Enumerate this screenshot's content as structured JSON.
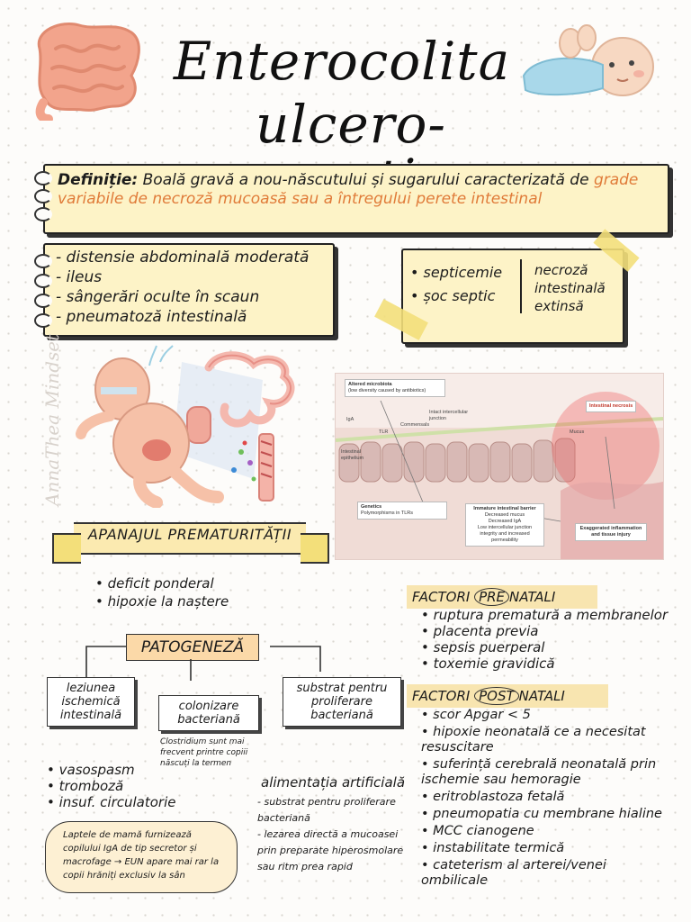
{
  "title": {
    "line1": "Enterocolita",
    "line2": "ulcero-necrotica"
  },
  "definition": {
    "label": "Definiție:",
    "text_black": "Boală gravă a nou-născutului și sugarului caracterizată de",
    "text_orange": "grade variabile de necroză mucoasă sau a întregului perete intestinal"
  },
  "symptoms": [
    "distensie abdominală moderată",
    "ileus",
    "sângerări oculte în scaun",
    "pneumatoză intestinală"
  ],
  "septic": {
    "items": [
      "septicemie",
      "șoc septic"
    ],
    "result": "necroză intestinală extinsă"
  },
  "watermark": "AnnaThea Mindset",
  "apanaj": {
    "title": "APANAJUL PREMATURITĂȚII",
    "items": [
      "deficit ponderal",
      "hipoxie la naștere"
    ]
  },
  "patogeneza": {
    "title": "PATOGENEZĂ",
    "box1": "leziunea ischemică intestinală",
    "box2": "colonizare bacteriană",
    "box3": "substrat pentru proliferare bacteriană",
    "box1_items": [
      "vasospasm",
      "tromboză",
      "insuf. circulatorie"
    ],
    "box2_note": "Clostridium sunt mai frecvent printre copiii născuți la termen",
    "box3_title": "alimentația artificială",
    "box3_items": [
      "substrat pentru proliferare bacteriană",
      "lezarea directă a mucoasei prin preparate hiperosmolare sau ritm prea rapid"
    ]
  },
  "milk_note": "Laptele de mamă furnizează copilului IgA de tip secretor și macrofage → EUN apare mai rar la copii hrăniți exclusiv la sân",
  "factori_pre": {
    "label_a": "FACTORI",
    "label_b": "PRE",
    "label_c": "NATALI",
    "items": [
      "ruptura prematură a membranelor",
      "placenta previa",
      "sepsis puerperal",
      "toxemie gravidică"
    ]
  },
  "factori_post": {
    "label_a": "FACTORI",
    "label_b": "POST",
    "label_c": "NATALI",
    "items": [
      "scor Apgar < 5",
      "hipoxie neonatală ce a necesitat resuscitare",
      "suferință cerebrală neonatală prin ischemie sau hemoragie",
      "eritroblastoza fetală",
      "pneumopatia cu membrane hialine",
      "MCC cianogene",
      "instabilitate termică",
      "cateterism al arterei/venei ombilicale"
    ]
  },
  "figure": {
    "altered_microbiota": "Altered microbiota",
    "altered_microbiota_sub": "(low diversity caused by antibiotics)",
    "intact_junction": "Intact intercellular junction",
    "commensals": "Commensals",
    "iga": "IgA",
    "tlr": "TLR",
    "intestinal_epithelium": "Intestinal epithelium",
    "intestinal_necrosis": "Intestinal necrosis",
    "mucus": "Mucus",
    "genetics": "Genetics",
    "genetics_sub": "Polymorphisms in TLRs",
    "barrier_title": "Immature intestinal barrier",
    "barrier_items": [
      "Decreased mucus",
      "Decreased IgA",
      "Low intercellular junction integrity and increased permeability"
    ],
    "exaggerated": "Exaggerated inflammation and tissue injury"
  },
  "colors": {
    "accent": "#e07b39",
    "card": "#fdf3c7",
    "tape": "#f3df7a",
    "intestine": "#f2a48c"
  }
}
